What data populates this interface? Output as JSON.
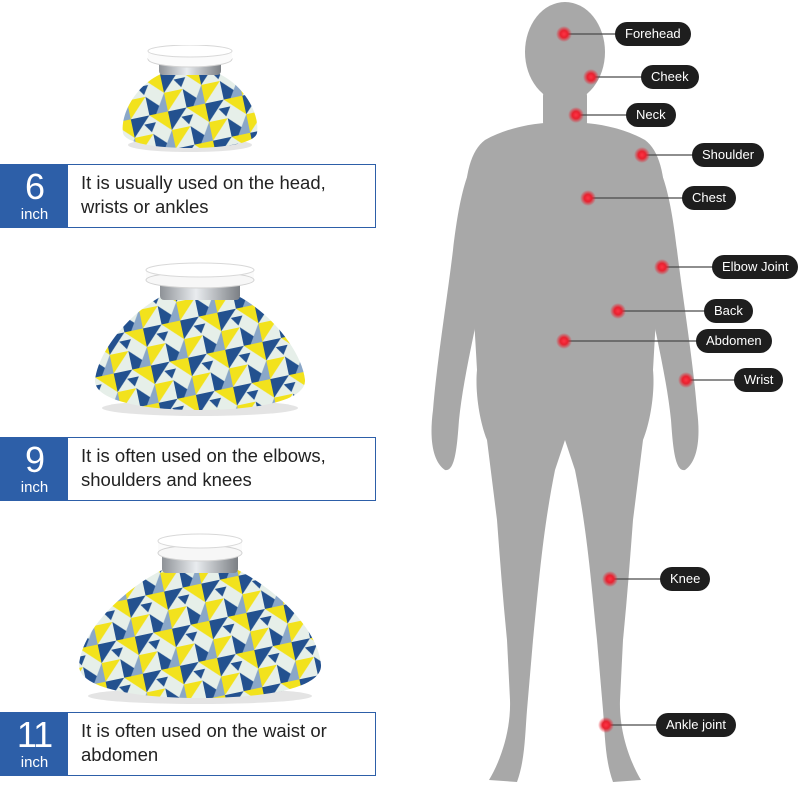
{
  "sizes": [
    {
      "number": "6",
      "unit": "inch",
      "line1": "It is usually used on the head,",
      "line2": "wrists or ankles"
    },
    {
      "number": "9",
      "unit": "inch",
      "line1": "It is often used on the elbows,",
      "line2": "shoulders and knees"
    },
    {
      "number": "11",
      "unit": "inch",
      "line1": "It is often used on the waist or",
      "line2": "abdomen"
    }
  ],
  "body_points": [
    "Forehead",
    "Cheek",
    "Neck",
    "Shoulder",
    "Chest",
    "Elbow Joint",
    "Back",
    "Abdomen",
    "Wrist",
    "Knee",
    "Ankle joint"
  ],
  "colors": {
    "accent_blue": "#2d5fa8",
    "pattern_navy": "#23518f",
    "pattern_yellow": "#f2e21d",
    "pattern_light": "#e6efe9",
    "figure_gray": "#a8a8a8",
    "point_red": "#e8212f",
    "label_bg": "#1e1e1e"
  }
}
